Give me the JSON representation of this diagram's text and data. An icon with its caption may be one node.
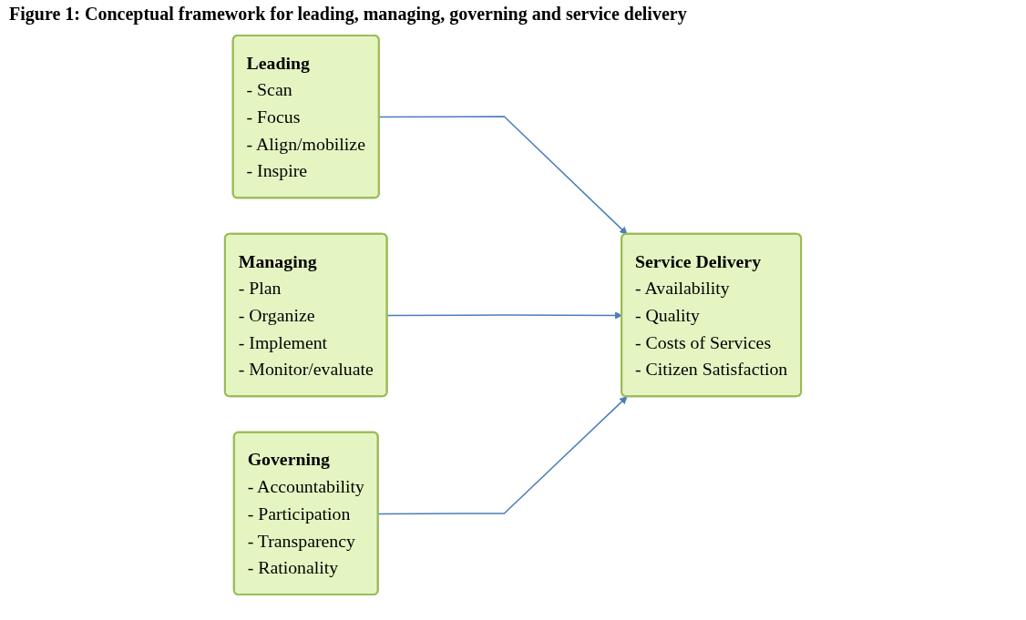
{
  "diagram": {
    "title": "Figure 1: Conceptual framework for leading, managing, governing and service delivery",
    "nodes": [
      {
        "text": [
          "Leading",
          "- Scan",
          "- Focus",
          "- Align/mobilize",
          "- Inspire"
        ]
      },
      {
        "text": [
          "Managing",
          "- Plan",
          "- Organize",
          "- Implement",
          "- Monitor/evaluate"
        ]
      },
      {
        "text": [
          "Governing",
          "- Accountability",
          "- Participation",
          "- Transparency",
          "- Rationality"
        ]
      },
      {
        "text": [
          "Service Delivery",
          "- Availability",
          "- Quality",
          "- Costs of Services",
          "- Citizen Satisfaction"
        ]
      }
    ],
    "edges": [
      {
        "from": 0,
        "to": 3,
        "arrow": "to"
      },
      {
        "from": 1,
        "to": 3,
        "arrow": "to"
      },
      {
        "from": 2,
        "to": 3,
        "arrow": "to"
      }
    ]
  }
}
